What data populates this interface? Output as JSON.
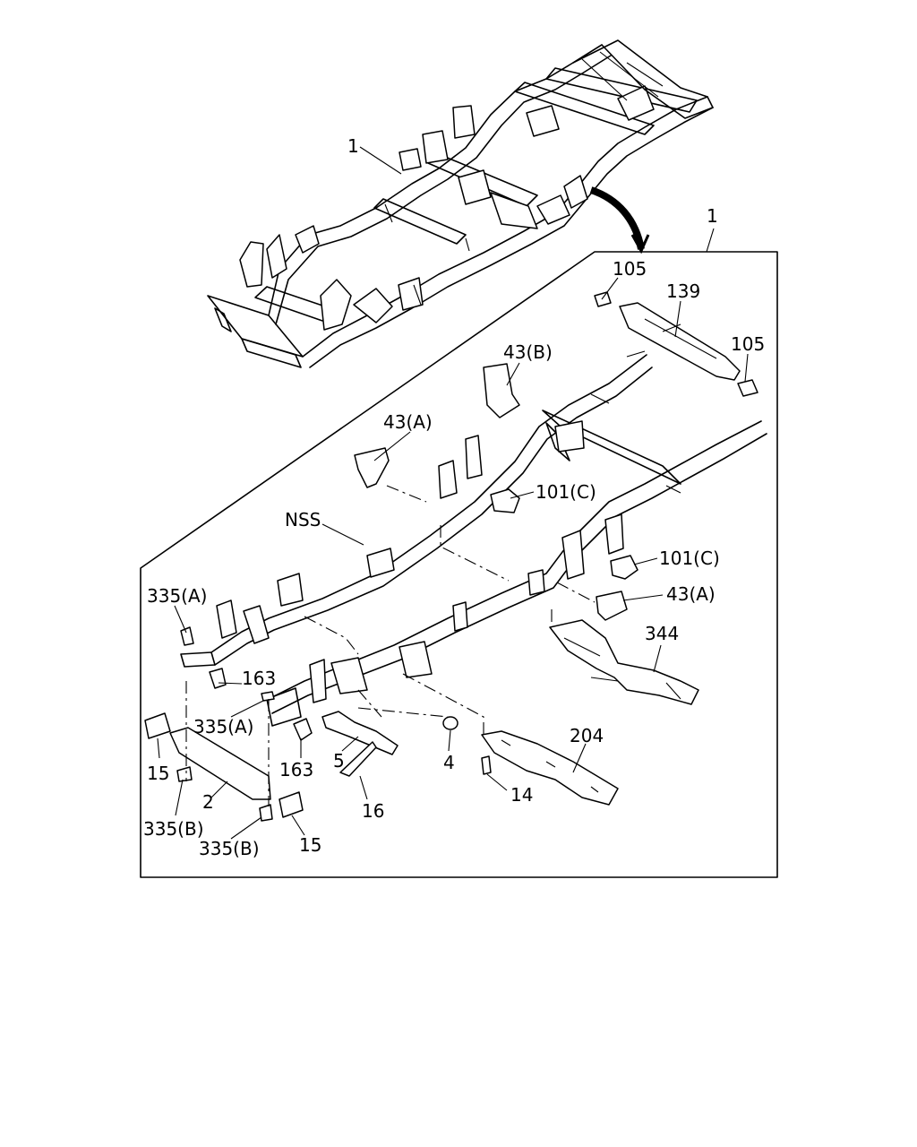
{
  "callouts": [
    {
      "id": "c1-top",
      "text": "1"
    },
    {
      "id": "c1-box",
      "text": "1"
    },
    {
      "id": "c105a",
      "text": "105"
    },
    {
      "id": "c139",
      "text": "139"
    },
    {
      "id": "c105b",
      "text": "105"
    },
    {
      "id": "c43b",
      "text": "43(B)"
    },
    {
      "id": "c43a1",
      "text": "43(A)"
    },
    {
      "id": "c101c1",
      "text": "101(C)"
    },
    {
      "id": "cnss",
      "text": "NSS"
    },
    {
      "id": "c101c2",
      "text": "101(C)"
    },
    {
      "id": "c43a2",
      "text": "43(A)"
    },
    {
      "id": "c335a1",
      "text": "335(A)"
    },
    {
      "id": "c344",
      "text": "344"
    },
    {
      "id": "c163a",
      "text": "163"
    },
    {
      "id": "c335a2",
      "text": "335(A)"
    },
    {
      "id": "c204",
      "text": "204"
    },
    {
      "id": "c15a",
      "text": "15"
    },
    {
      "id": "c163b",
      "text": "163"
    },
    {
      "id": "c5",
      "text": "5"
    },
    {
      "id": "c4",
      "text": "4"
    },
    {
      "id": "c2",
      "text": "2"
    },
    {
      "id": "c14",
      "text": "14"
    },
    {
      "id": "c16",
      "text": "16"
    },
    {
      "id": "c335b1",
      "text": "335(B)"
    },
    {
      "id": "c335b2",
      "text": "335(B)"
    },
    {
      "id": "c15b",
      "text": "15"
    }
  ]
}
